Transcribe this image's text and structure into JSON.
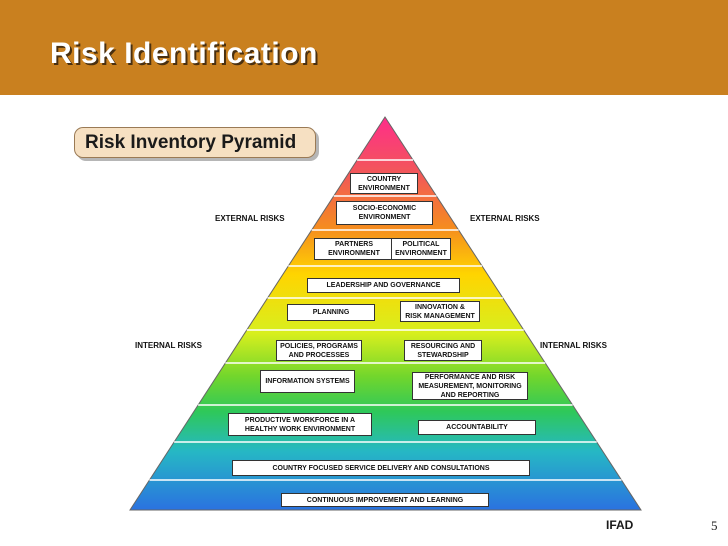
{
  "slide": {
    "title": "Risk Identification",
    "subtitle": "Risk Inventory Pyramid",
    "page_number": "5",
    "logo_text": "IFAD"
  },
  "labels": {
    "external_left": "EXTERNAL RISKS",
    "external_right": "EXTERNAL RISKS",
    "internal_left": "INTERNAL RISKS",
    "internal_right": "INTERNAL RISKS"
  },
  "boxes": {
    "country_env": [
      "COUNTRY",
      "ENVIRONMENT"
    ],
    "socio_econ": [
      "SOCIO-ECONOMIC",
      "ENVIRONMENT"
    ],
    "partners": [
      "PARTNERS",
      "ENVIRONMENT"
    ],
    "political": [
      "POLITICAL",
      "ENVIRONMENT"
    ],
    "leadership": [
      "LEADERSHIP AND GOVERNANCE"
    ],
    "planning": [
      "PLANNING"
    ],
    "innovation": [
      "INNOVATION &",
      "RISK MANAGEMENT"
    ],
    "policies": [
      "POLICIES, PROGRAMS",
      "AND PROCESSES"
    ],
    "resourcing": [
      "RESOURCING AND",
      "STEWARDSHIP"
    ],
    "info_systems": [
      "INFORMATION  SYSTEMS"
    ],
    "performance": [
      "PERFORMANCE AND RISK",
      "MEASUREMENT, MONITORING",
      "AND REPORTING"
    ],
    "workforce": [
      "PRODUCTIVE WORKFORCE IN A",
      "HEALTHY WORK ENVIRONMENT"
    ],
    "accountability": [
      "ACCOUNTABILITY"
    ],
    "service_delivery": [
      "COUNTRY FOCUSED SERVICE DELIVERY AND  CONSULTATIONS"
    ],
    "continuous": [
      "CONTINUOUS IMPROVEMENT AND LEARNING"
    ]
  },
  "colors": {
    "header": "#c9801f",
    "tiers": [
      "#f0457a",
      "#f07040",
      "#f58e1e",
      "#ffd400",
      "#e3f022",
      "#99dd22",
      "#3dcc44",
      "#2cbfa5",
      "#2a9edc",
      "#2b79dd"
    ]
  }
}
